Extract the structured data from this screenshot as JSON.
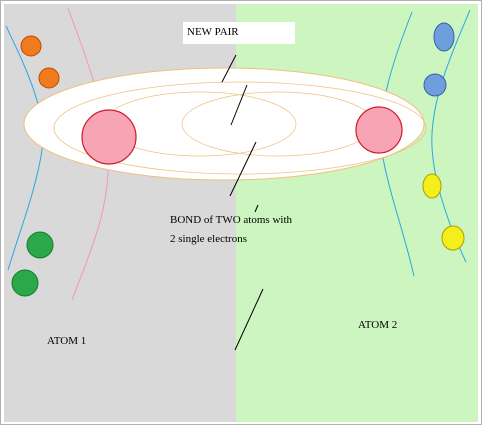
{
  "labels": {
    "new_pair": "NEW PAIR",
    "bond_line1": "BOND of  TWO atoms with",
    "bond_line2": "2 single electrons",
    "atom1": "ATOM 1",
    "atom2": "ATOM 2"
  },
  "colors": {
    "atom1_background": "#d9d9d9",
    "atom2_background": "#ccf5c0",
    "bond_cloud": "#ffffff",
    "bond_outline": "#f0c080",
    "shared_electron": "#f7a4b4",
    "orbit_line_blue": "#2aa8e0",
    "orbit_line_pink": "#f09ab0",
    "electron_orange": "#f07a1e",
    "electron_green": "#2aa84a",
    "electron_blue": "#6e9fdc",
    "electron_yellow": "#f5ee1a"
  }
}
